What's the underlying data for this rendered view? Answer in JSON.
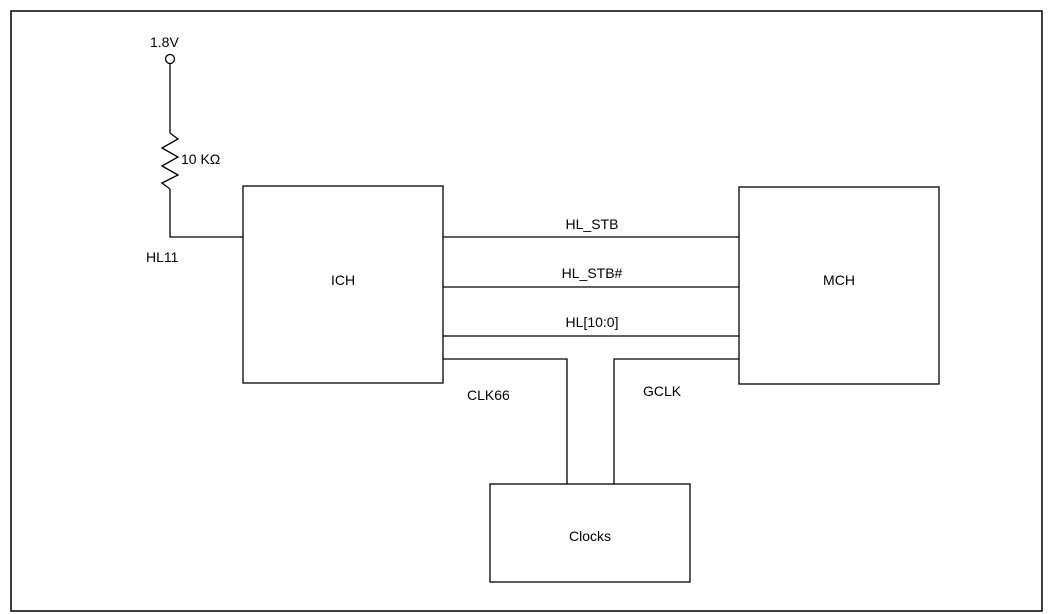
{
  "diagram": {
    "power_rail": {
      "label": "1.8V"
    },
    "resistor": {
      "label": "10 KΩ"
    },
    "pull_net": {
      "label": "HL11"
    },
    "blocks": {
      "ich": {
        "label": "ICH"
      },
      "mch": {
        "label": "MCH"
      },
      "clocks": {
        "label": "Clocks"
      }
    },
    "signals": {
      "hl_stb": {
        "label": "HL_STB"
      },
      "hl_stb_n": {
        "label": "HL_STB#"
      },
      "hl_bus": {
        "label": "HL[10:0]"
      },
      "clk66": {
        "label": "CLK66"
      },
      "gclk": {
        "label": "GCLK"
      }
    },
    "colors": {
      "line": "#000000",
      "background": "#ffffff"
    }
  }
}
